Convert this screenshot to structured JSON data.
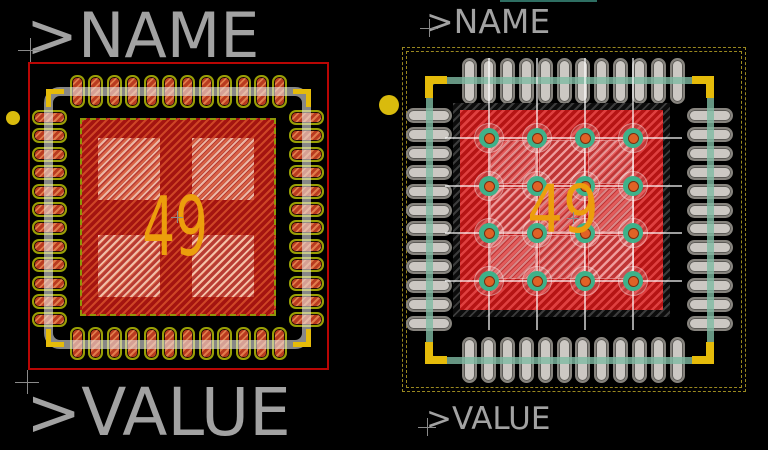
{
  "left_footprint": {
    "name_label": ">NAME",
    "value_label": ">VALUE",
    "center_pad_number": "49",
    "pads_per_side": 12,
    "paste_squares": 4
  },
  "right_footprint": {
    "name_label": ">NAME",
    "value_label": ">VALUE",
    "center_pad_number": "49",
    "pads_per_side": 12,
    "thermal_via_rows": 4,
    "thermal_via_cols": 4,
    "paste_squares": 9
  },
  "colors": {
    "bg": "#000000",
    "text_gray": "#A2A2A2",
    "outline_red": "#B90604",
    "pad_stripe": "#E07B4A",
    "pad_base": "#B93A1F",
    "olive": "#99A005",
    "yellow": "#E5BB0A",
    "dot_yellow": "#D9BB0D",
    "center_stripe": "#CE4526",
    "center_base": "#A41410",
    "number_orange": "#EC9E0C",
    "keepout_olive": "#9A8820",
    "gray_pad": "#CCC8C3",
    "teal": "rgba(127,186,162,0.8)",
    "via_ring": "#3EB189",
    "via_center": "#E06226",
    "center_stripe_r": "#DF4040",
    "center_base_r": "#B51414"
  }
}
